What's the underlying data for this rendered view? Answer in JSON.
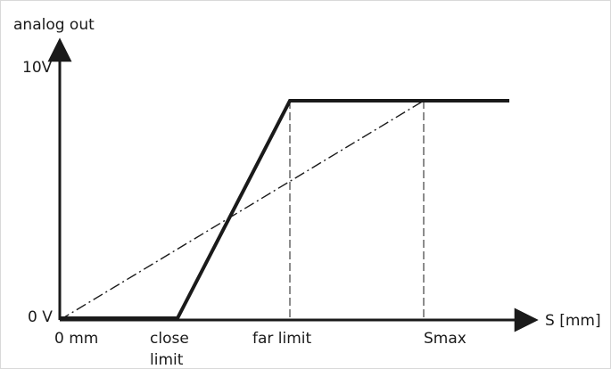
{
  "diagram": {
    "y_axis_label": "analog out",
    "x_axis_label": "S [mm]",
    "y_ticks": {
      "top": "10V",
      "bottom": "0 V"
    },
    "x_ticks": {
      "origin": "0 mm",
      "close_line1": "close",
      "close_line2": "limit",
      "far": "far limit",
      "smax": "Smax"
    }
  },
  "colors": {
    "line": "#1a1a1a",
    "border": "#d9d9d9"
  }
}
